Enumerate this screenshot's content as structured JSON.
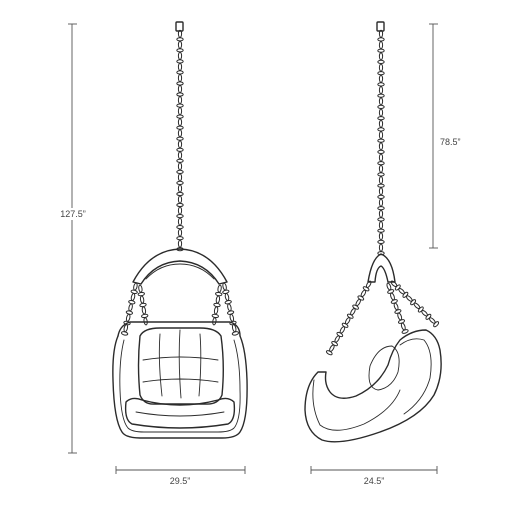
{
  "dimensions": {
    "total_height": "127.5”",
    "chain_length": "78.5”",
    "front_width": "29.5”",
    "side_depth": "24.5”"
  },
  "colors": {
    "line": "#2b2b2b",
    "dimension_line": "#555555",
    "label": "#444444",
    "background": "#ffffff"
  }
}
